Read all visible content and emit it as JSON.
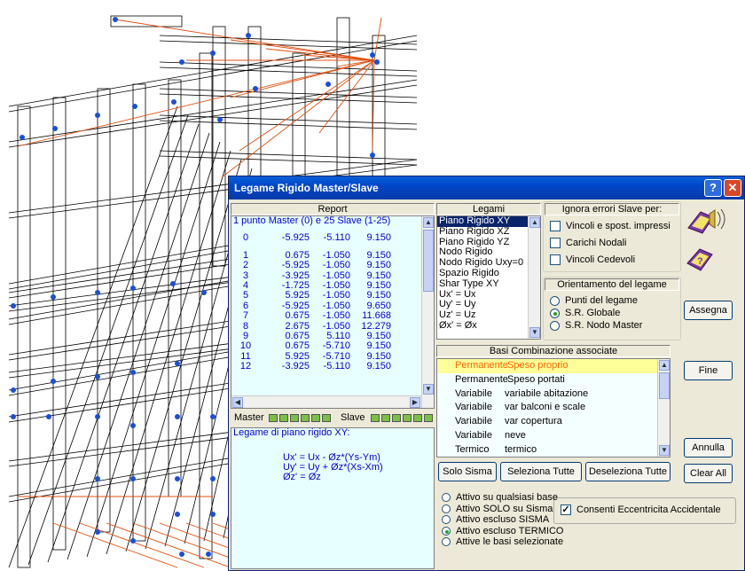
{
  "dialog": {
    "title": "Legame Rigido Master/Slave",
    "help_glyph": "?",
    "close_glyph": "✕"
  },
  "report": {
    "header": "Report",
    "summary": "1 punto Master (0) e 25 Slave (1-25)",
    "master_row": [
      "0",
      "-5.925",
      "-5.110",
      "9.150"
    ],
    "rows": [
      [
        "1",
        "0.675",
        "-1.050",
        "9.150"
      ],
      [
        "2",
        "-5.925",
        "-1.050",
        "9.150"
      ],
      [
        "3",
        "-3.925",
        "-1.050",
        "9.150"
      ],
      [
        "4",
        "-1.725",
        "-1.050",
        "9.150"
      ],
      [
        "5",
        "5.925",
        "-1.050",
        "9.150"
      ],
      [
        "6",
        "-5.925",
        "-1.050",
        "9.650"
      ],
      [
        "7",
        "0.675",
        "-1.050",
        "11.668"
      ],
      [
        "8",
        "2.675",
        "-1.050",
        "12.279"
      ],
      [
        "9",
        "0.675",
        "5.110",
        "9.150"
      ],
      [
        "10",
        "0.675",
        "-5.710",
        "9.150"
      ],
      [
        "11",
        "5.925",
        "-5.710",
        "9.150"
      ],
      [
        "12",
        "-3.925",
        "-5.110",
        "9.150"
      ]
    ],
    "master_label": "Master",
    "slave_label": "Slave",
    "formula_title": "Legame di piano rigido XY:",
    "formula_lines": [
      "Ux' = Ux - Øz*(Ys-Ym)",
      "Uy' = Uy + Øz*(Xs-Xm)",
      "Øz' = Øz"
    ]
  },
  "legami": {
    "header": "Legami",
    "items": [
      "Piano Rigido XY",
      "Piano Rigido XZ",
      "Piano Rigido YZ",
      "Nodo Rigido",
      "Nodo Rigido Uxy=0",
      "Spazio Rigido",
      "Shar Type XY",
      "Ux' = Ux",
      "Uy' = Uy",
      "Uz' = Uz",
      "Øx' = Øx"
    ],
    "selected_index": 0
  },
  "ignora": {
    "header": "Ignora errori Slave per:",
    "options": [
      {
        "label": "Vincoli e spost. impressi",
        "checked": false
      },
      {
        "label": "Carichi Nodali",
        "checked": false
      },
      {
        "label": "Vincoli Cedevoli",
        "checked": false
      }
    ]
  },
  "orientamento": {
    "header": "Orientamento del legame",
    "options": [
      {
        "label": "Punti del legame",
        "selected": false
      },
      {
        "label": "S.R. Globale",
        "selected": true
      },
      {
        "label": "S.R. Nodo Master",
        "selected": false
      }
    ]
  },
  "basi": {
    "header": "Basi Combinazione associate",
    "rows": [
      {
        "type": "Permanente",
        "desc": "Speso proprio",
        "highlight": true
      },
      {
        "type": "Permanente",
        "desc": "Speso portati",
        "highlight": false
      },
      {
        "type": "Variabile",
        "desc": "variabile abitazione",
        "highlight": false
      },
      {
        "type": "Variabile",
        "desc": "var balconi e scale",
        "highlight": false
      },
      {
        "type": "Variabile",
        "desc": "var copertura",
        "highlight": false
      },
      {
        "type": "Variabile",
        "desc": "neve",
        "highlight": false
      },
      {
        "type": "Termico",
        "desc": "termico",
        "highlight": false
      }
    ],
    "btn_solo_sisma": "Solo Sisma",
    "btn_seleziona": "Seleziona Tutte",
    "btn_deseleziona": "Deseleziona Tutte"
  },
  "attivo": {
    "options": [
      {
        "label": "Attivo su qualsiasi base",
        "selected": false
      },
      {
        "label": "Attivo SOLO su Sisma",
        "selected": false
      },
      {
        "label": "Attivo escluso SISMA",
        "selected": false
      },
      {
        "label": "Attivo escluso TERMICO",
        "selected": true
      },
      {
        "label": "Attive le basi selezionate",
        "selected": false
      }
    ],
    "eccentricita_label": "Consenti Eccentricita Accidentale",
    "eccentricita_checked": true
  },
  "buttons": {
    "assegna": "Assegna",
    "fine": "Fine",
    "annulla": "Annulla",
    "clear_all": "Clear All"
  },
  "colors": {
    "title_blue": "#0046c8",
    "list_bg": "#e8ffff",
    "highlight_yellow": "#ffff99",
    "highlight_text": "#ff6600",
    "model_lines": "#000000",
    "model_links": "#e05010",
    "node_blue": "#1a4fd8"
  },
  "icons": [
    "speaker-book-icon",
    "help-book-icon"
  ]
}
